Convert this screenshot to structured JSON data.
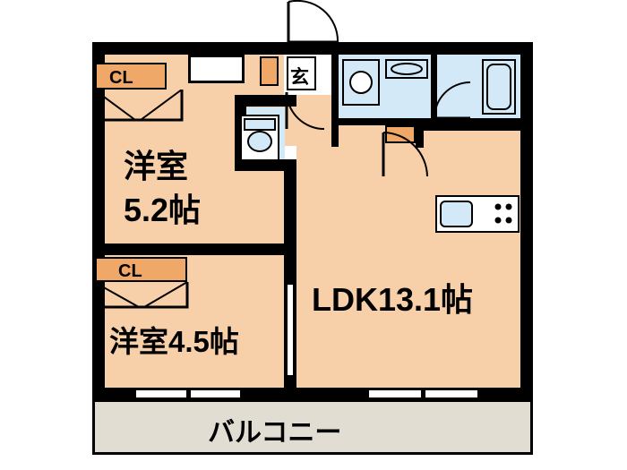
{
  "plan": {
    "title": "apartment-floor-plan",
    "rooms": [
      {
        "id": "washitsu_top",
        "label": "洋室",
        "sub": "5.2帖",
        "area_jo": 5.2
      },
      {
        "id": "washitsu_bottom",
        "label": "洋室4.5帖",
        "area_jo": 4.5
      },
      {
        "id": "ldk",
        "label": "LDK13.1帖",
        "area_jo": 13.1
      },
      {
        "id": "balcony",
        "label": "バルコニー"
      }
    ],
    "closets": [
      {
        "id": "closet_top",
        "label": "CL"
      },
      {
        "id": "closet_bottom",
        "label": "CL"
      }
    ],
    "entry": {
      "label": "玄"
    },
    "colors": {
      "room_fill": "#f7cfa8",
      "water_fill": "#d4e9f7",
      "balcony_fill": "#e2ddd2",
      "closet_fill": "#f0a868",
      "wall": "#000000",
      "background": "#ffffff"
    }
  }
}
